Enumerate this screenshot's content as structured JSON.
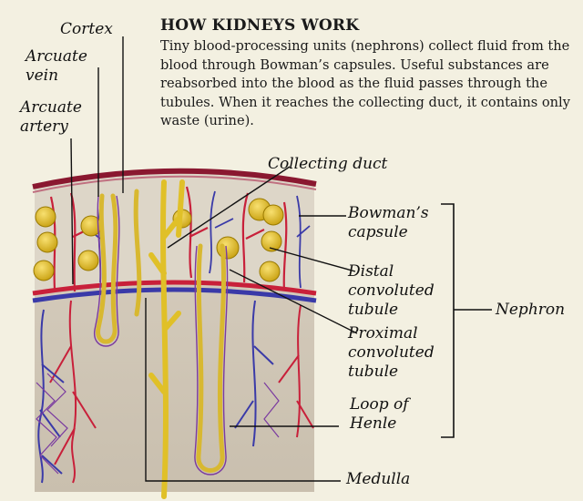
{
  "heading": {
    "title": "HOW KIDNEYS WORK",
    "description": "Tiny blood-processing units (nephrons) collect fluid from the blood through Bowman’s capsules. Useful substances are reabsorbed into the blood as the fluid passes through the tubules. When it reaches the collecting duct, it contains only waste (urine)."
  },
  "labels": {
    "cortex": "Cortex",
    "arcuate_vein": [
      "Arcuate",
      "vein"
    ],
    "arcuate_artery": [
      "Arcuate",
      "artery"
    ],
    "collecting_duct": "Collecting duct",
    "bowmans_capsule": [
      "Bowman’s",
      "capsule"
    ],
    "distal_tubule": [
      "Distal",
      "convoluted",
      "tubule"
    ],
    "proximal_tubule": [
      "Proximal",
      "convoluted",
      "tubule"
    ],
    "loop_of_henle": [
      "Loop of",
      "Henle"
    ],
    "medulla": "Medulla",
    "nephron": "Nephron"
  },
  "colors": {
    "background": "#f3f0e1",
    "cortex": "#d9d2c2",
    "capsule_band": "#8a1830",
    "artery": "#c8203a",
    "vein": "#3a3aa8",
    "tubule": "#e8d050",
    "glomerulus": "#e0c020"
  }
}
